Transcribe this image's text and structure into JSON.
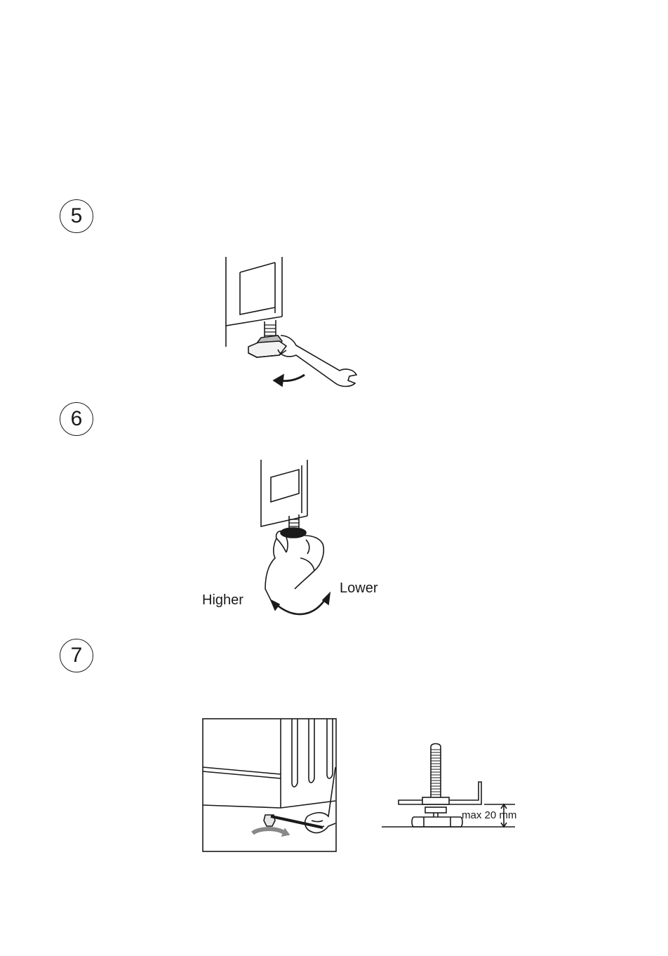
{
  "steps": [
    {
      "number": "5"
    },
    {
      "number": "6",
      "labels": {
        "higher": "Higher",
        "lower": "Lower"
      }
    },
    {
      "number": "7",
      "dimension": {
        "label": "max 20 mm"
      }
    }
  ],
  "icons": {
    "step5": "wrench-loosen-locknut-icon",
    "step6": "hand-turn-foot-icon",
    "step7": "wrench-under-cabinet-icon",
    "step7b": "adjustable-foot-section-icon"
  }
}
